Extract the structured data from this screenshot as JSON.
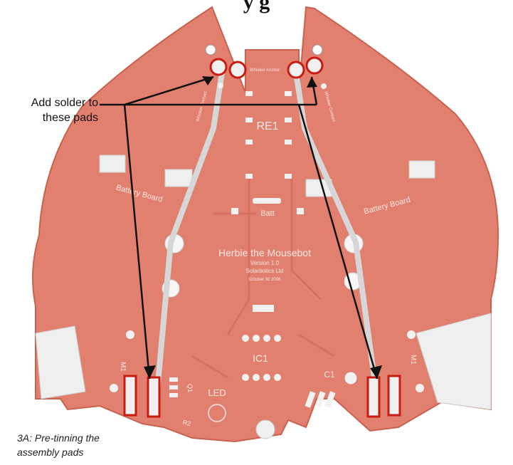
{
  "heading": "y          g",
  "callout": {
    "line1": "Add solder to",
    "line2": "these pads"
  },
  "caption": {
    "line1": "3A: Pre-tinning the",
    "line2": "assembly pads"
  },
  "pcb": {
    "title": "Herbie the Mousebot",
    "version": "Version 1.0",
    "company": "Solarbotics Ltd",
    "date": "October 30 2006",
    "re1": "RE1",
    "ic1": "IC1",
    "c1": "C1",
    "led": "LED",
    "r2": "R2",
    "q1": "Q1",
    "batt": "Batt",
    "battery_left": "Battery Board",
    "battery_right": "Battery Board",
    "whisker_anchor": "Whisker Anchor",
    "whisker_left": "Whisker Contact",
    "whisker_right": "Whisker Contact",
    "motor_left": "M1",
    "motor_right": "M1"
  },
  "colors": {
    "board": "#e2806f",
    "trace": "#d9705f",
    "silk": "#fbe6e1",
    "highlight": "#c81b12",
    "arrow": "#111111"
  }
}
